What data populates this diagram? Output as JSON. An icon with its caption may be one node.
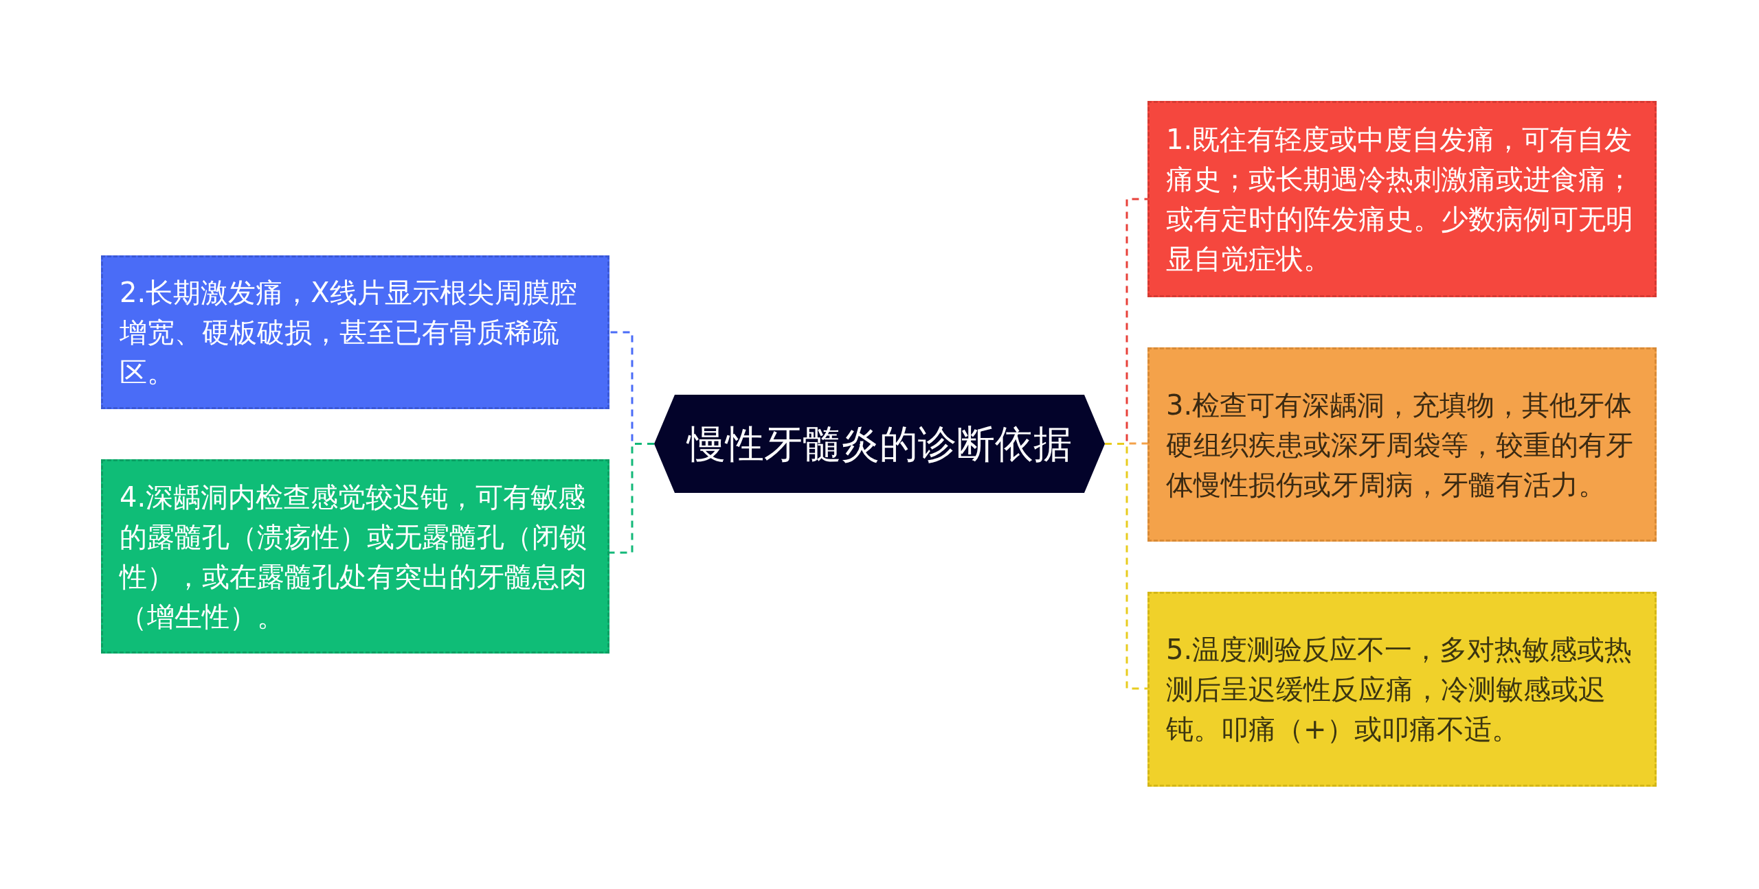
{
  "diagram": {
    "nodes": [
      {
        "text": [
          "慢性牙髓炎的诊断依据"
        ]
      },
      {
        "text": [
          "1.既往有轻度或中度自发痛，可有自发痛史；或长期遇冷热刺激痛或进食痛；或有定时的阵发痛史。少数病例可无明显自觉症状。"
        ]
      },
      {
        "text": [
          "2.长期激发痛，X线片显示根尖周膜腔增宽、硬板破损，甚至已有骨质稀疏区。"
        ]
      },
      {
        "text": [
          "3.检查可有深龋洞，充填物，其他牙体硬组织疾患或深牙周袋等，较重的有牙体慢性损伤或牙周病，牙髓有活力。"
        ]
      },
      {
        "text": [
          "4.深龋洞内检查感觉较迟钝，可有敏感的露髓孔（溃疡性）或无露髓孔（闭锁性），或在露髓孔处有突出的牙髓息肉（增生性）。"
        ]
      },
      {
        "text": [
          "5.温度测验反应不一，多对热敏感或热测后呈迟缓性反应痛，冷测敏感或迟钝。叩痛（+）或叩痛不适。"
        ]
      }
    ],
    "edges": [
      {
        "from": 0,
        "to": 1,
        "arrow": "none",
        "style": "dashed",
        "color": "#e8413a"
      },
      {
        "from": 0,
        "to": 2,
        "arrow": "none",
        "style": "dashed",
        "color": "#4a6cf7"
      },
      {
        "from": 0,
        "to": 3,
        "arrow": "none",
        "style": "dashed",
        "color": "#f4a24a"
      },
      {
        "from": 0,
        "to": 4,
        "arrow": "none",
        "style": "dashed",
        "color": "#12b878"
      },
      {
        "from": 0,
        "to": 5,
        "arrow": "none",
        "style": "dashed",
        "color": "#e8cc1f"
      }
    ]
  }
}
